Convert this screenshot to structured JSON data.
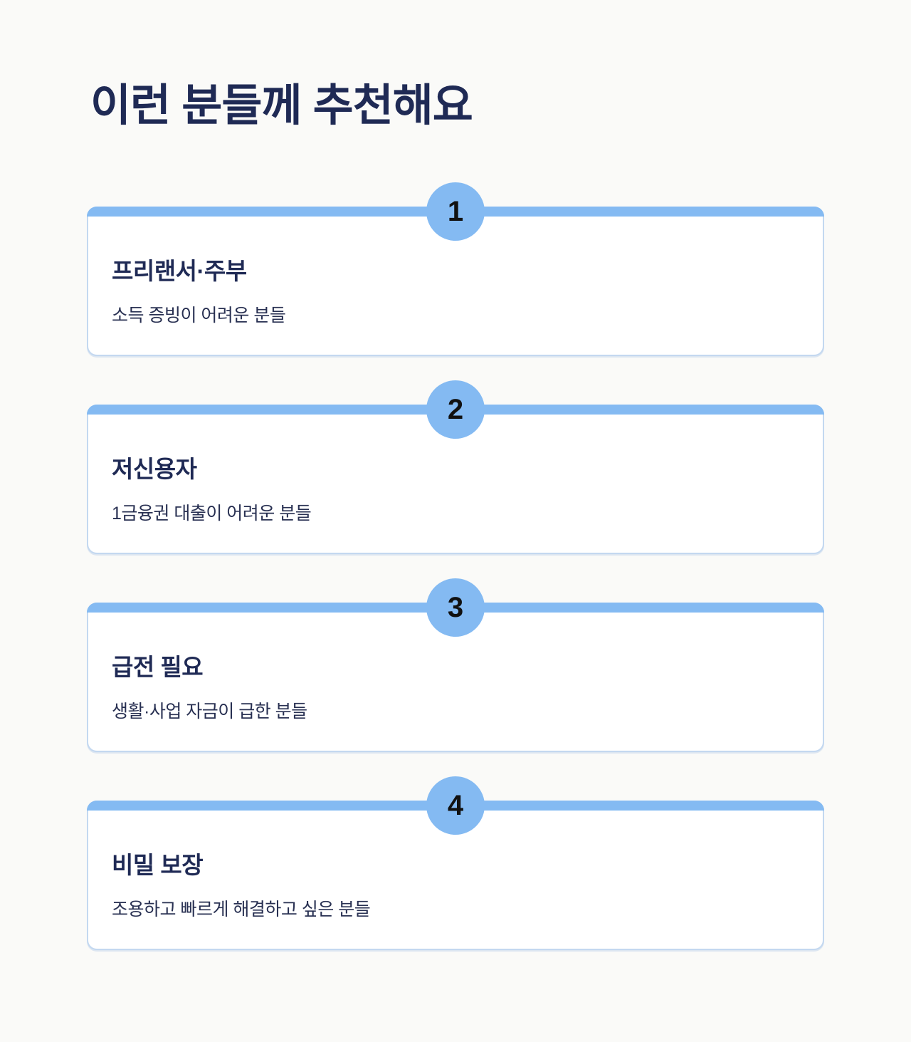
{
  "page": {
    "title": "이런 분들께 추천해요"
  },
  "colors": {
    "accent": "#84BAF2",
    "navy": "#1F2A55",
    "desc_navy": "#283052",
    "card_border": "#C3D8F0",
    "page_bg": "#FAFAF8",
    "number_color": "#111111"
  },
  "cards": [
    {
      "number": "1",
      "title": "프리랜서·주부",
      "description": "소득 증빙이 어려운 분들"
    },
    {
      "number": "2",
      "title": "저신용자",
      "description": "1금융권 대출이 어려운 분들"
    },
    {
      "number": "3",
      "title": "급전 필요",
      "description": "생활·사업 자금이 급한 분들"
    },
    {
      "number": "4",
      "title": "비밀 보장",
      "description": "조용하고 빠르게 해결하고 싶은 분들"
    }
  ]
}
